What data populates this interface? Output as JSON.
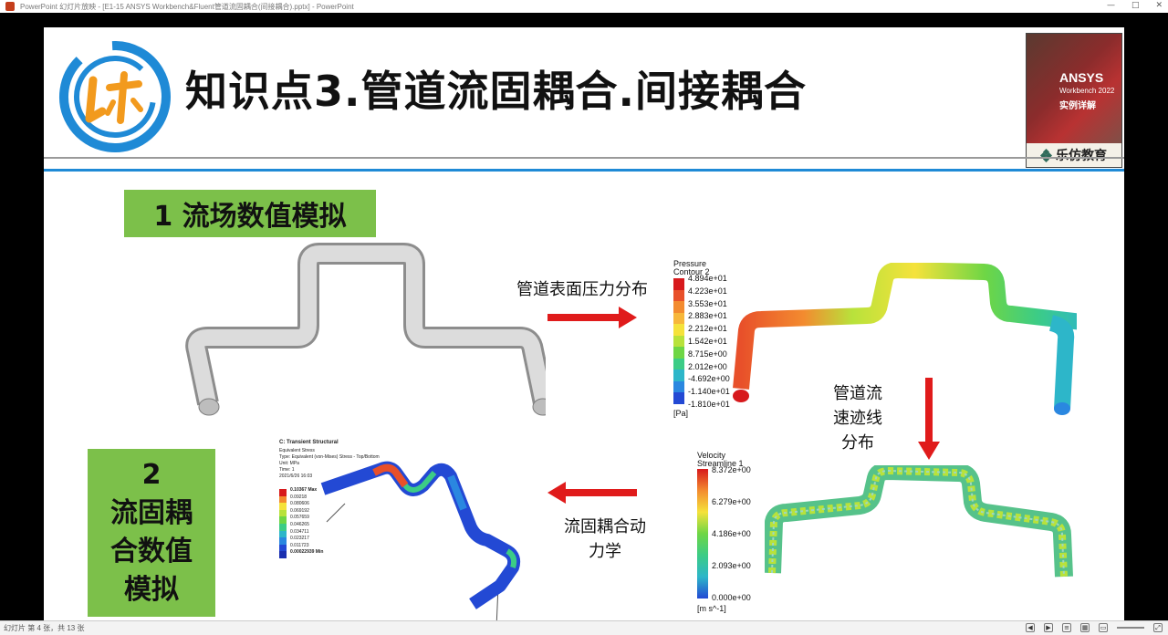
{
  "window": {
    "title": "PowerPoint 幻灯片放映 - [E1-15 ANSYS Workbench&Fluent管道流固耦合(间接耦合).pptx] - PowerPoint",
    "controls": [
      "—",
      "□",
      "✕"
    ]
  },
  "slide": {
    "title": "知识点3.管道流固耦合.间接耦合",
    "section1_label": "1 流场数值模拟",
    "section2_label": "2\n流固耦\n合数值\n模拟",
    "caption_pressure": "管道表面压力分布",
    "caption_streamline": "管道流\n速迹线\n分布",
    "caption_fsi": "流固耦合动\n力学",
    "book": {
      "ansys": "ANSYS",
      "sub": "Workbench 2022",
      "sub2": "实例详解",
      "brand": "乐仿教育"
    }
  },
  "pressure_legend": {
    "title": "Pressure",
    "subtitle": "Contour 2",
    "unit": "[Pa]",
    "values": [
      "4.894e+01",
      "4.223e+01",
      "3.553e+01",
      "2.883e+01",
      "2.212e+01",
      "1.542e+01",
      "8.715e+00",
      "2.012e+00",
      "-4.692e+00",
      "-1.140e+01",
      "-1.810e+01"
    ],
    "colors": [
      "#d7191c",
      "#e8502a",
      "#f38b2f",
      "#f7b73a",
      "#f5e23b",
      "#b8e23b",
      "#6ed645",
      "#3ccc86",
      "#2db6c9",
      "#2a87e0",
      "#2349d4"
    ]
  },
  "velocity_legend": {
    "title": "Velocity",
    "subtitle": "Streamline 1",
    "unit": "[m s^-1]",
    "values": [
      "8.372e+00",
      "6.279e+00",
      "4.186e+00",
      "2.093e+00",
      "0.000e+00"
    ]
  },
  "structural_legend": {
    "title": "C: Transient Structural",
    "lines": [
      "Equivalent Stress",
      "Type: Equivalent (von-Mises) Stress - Top/Bottom",
      "Unit: MPa",
      "Time: 1",
      "2021/6/26 16:03"
    ],
    "max": "0.10367 Max",
    "min": "0.00022939 Min",
    "values": [
      "0.09218",
      "0.080606",
      "0.069192",
      "0.057659",
      "0.046265",
      "0.034711",
      "0.023217",
      "0.011723"
    ]
  },
  "status": {
    "slide_info": "幻灯片 第 4 张，共 13 张"
  },
  "colors": {
    "title_rule": "#1f8ad6",
    "label_green": "#7cc04a",
    "arrow_red": "#e01b1b",
    "logo_blue": "#1f8ad6",
    "logo_orange": "#f29a1d"
  }
}
